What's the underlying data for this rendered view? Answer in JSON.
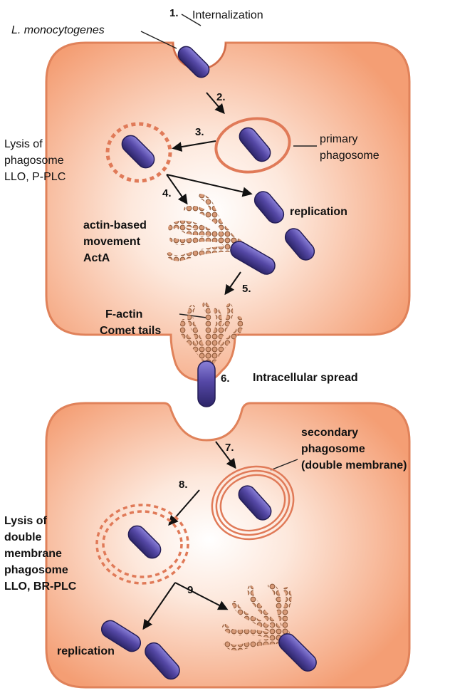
{
  "colors": {
    "cell_fill": "#f4a57c",
    "cell_center": "#ffffff",
    "cell_border": "#e58a60",
    "bacterium": "#5548a6",
    "bacterium_dark": "#2c2568",
    "actin": "#c98a68",
    "membrane": "#e07a58",
    "arrow": "#111111"
  },
  "steps": {
    "s1": "1.",
    "s2": "2.",
    "s3": "3.",
    "s4": "4.",
    "s5": "5.",
    "s6": "6.",
    "s7": "7.",
    "s8": "8.",
    "s9": "9."
  },
  "labels": {
    "internalization": "Internalization",
    "organism": "L. monocytogenes",
    "lysis1_l1": "Lysis of",
    "lysis1_l2": "phagosome",
    "lysis1_l3": "LLO, P-PLC",
    "primary_l1": "primary",
    "primary_l2": "phagosome",
    "replication_top": "replication",
    "actin_l1": "actin-based",
    "actin_l2": "movement",
    "actin_l3": "ActA",
    "factin_l1": "F-actin",
    "factin_l2": "Comet tails",
    "spread": "Intracellular spread",
    "secondary_l1": "secondary",
    "secondary_l2": "phagosome",
    "secondary_l3": "(double membrane)",
    "lysis2_l1": "Lysis of",
    "lysis2_l2": "double",
    "lysis2_l3": "membrane",
    "lysis2_l4": "phagosome",
    "lysis2_l5": "LLO, BR-PLC",
    "replication_bottom": "replication"
  }
}
